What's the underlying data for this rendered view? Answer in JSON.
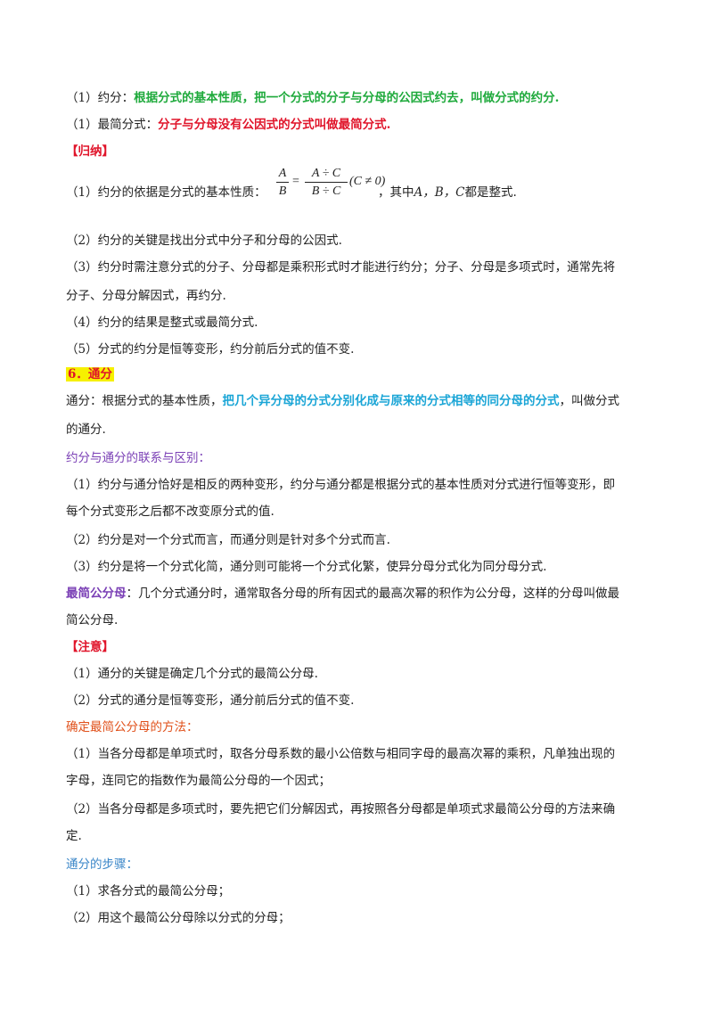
{
  "p1": {
    "prefix": "（1）约分：",
    "bold": "根据分式的基本性质，把一个分式的分子与分母的公因式约去，叫做分式的约分."
  },
  "p2": {
    "prefix": "（1）最简分式：",
    "bold": "分子与分母没有公因式的分式叫做最简分式."
  },
  "guina": "【归纳】",
  "p3": {
    "prefix": "（1）约分的依据是分式的基本性质：",
    "suffix": "，其中",
    "vars": "A，B，C",
    "suffix2": "都是整式."
  },
  "formula": {
    "a": "A",
    "b": "B",
    "num": "A ÷ C",
    "den": "B ÷ C",
    "eq": "=",
    "cond": "(C ≠ 0)"
  },
  "p4": "（2）约分的关键是找出分式中分子和分母的公因式.",
  "p5a": "（3）约分时需注意分式的分子、分母都是乘积形式时才能进行约分；分子、分母是多项式时，通常先将",
  "p5b": "分子、分母分解因式，再约分.",
  "p6": "（4）约分的结果是整式或最简分式.",
  "p7": "（5）分式的约分是恒等变形，约分前后分式的值不变.",
  "sec6": "6．通分",
  "p8a": {
    "prefix": "通分：根据分式的基本性质，",
    "bold": "把几个异分母的分式分别化成与原来的分式相等的同分母的分式",
    "suffix": "，叫做分式"
  },
  "p8b": "的通分.",
  "p9": "约分与通分的联系与区别：",
  "p10a": "（1）约分与通分恰好是相反的两种变形，约分与通分都是根据分式的基本性质对分式进行恒等变形，即",
  "p10b": "每个分式变形之后都不改变原分式的值.",
  "p11": "（2）约分是对一个分式而言，而通分则是针对多个分式而言.",
  "p12": "（3）约分是将一个分式化简，通分则可能将一个分式化繁，使异分母分式化为同分母分式.",
  "p13a": {
    "bold": "最简公分母",
    "suffix": "：几个分式通分时，通常取各分母的所有因式的最高次幂的积作为公分母，这样的分母叫做最"
  },
  "p13b": "简公分母.",
  "zhuyi": "【注意】",
  "p14": "（1）通分的关键是确定几个分式的最简公分母.",
  "p15": "（2）分式的通分是恒等变形，通分前后分式的值不变.",
  "p16": "确定最简公分母的方法：",
  "p17a": "（1）当各分母都是单项式时，取各分母系数的最小公倍数与相同字母的最高次幂的乘积，凡单独出现的",
  "p17b": "字母，连同它的指数作为最简公分母的一个因式；",
  "p18a": "（2）当各分母都是多项式时，要先把它们分解因式，再按照各分母都是单项式求最简公分母的方法来确",
  "p18b": "定.",
  "p19": "通分的步骤：",
  "p20": "（1）求各分式的最简公分母；",
  "p21": "（2）用这个最简公分母除以分式的分母；"
}
